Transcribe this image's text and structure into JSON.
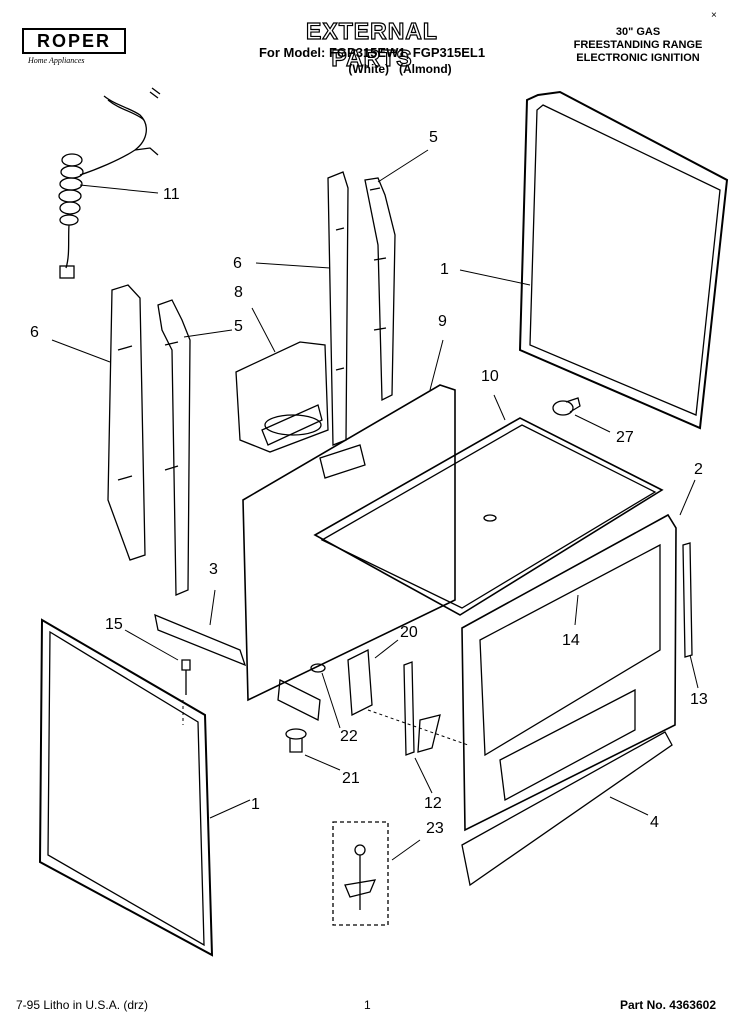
{
  "header": {
    "title": "EXTERNAL PARTS",
    "model_line": "For Model: FGP315EW1, FGP315EL1",
    "colors_line": "(White)   (Almond)",
    "range_line1": "30\" GAS",
    "range_line2": "FREESTANDING RANGE",
    "range_line3": "ELECTRONIC IGNITION",
    "close_glyph": "×"
  },
  "logo": {
    "brand": "ROPER",
    "tagline": "Home Appliances"
  },
  "footer": {
    "print_info": "7-95 Litho in U.S.A. (drz)",
    "page_number": "1",
    "part_number": "Part No. 4363602"
  },
  "callouts": [
    {
      "id": "c11",
      "label": "11"
    },
    {
      "id": "c5a",
      "label": "5"
    },
    {
      "id": "c6a",
      "label": "6"
    },
    {
      "id": "c1a",
      "label": "1"
    },
    {
      "id": "c8",
      "label": "8"
    },
    {
      "id": "c6b",
      "label": "6"
    },
    {
      "id": "c5b",
      "label": "5"
    },
    {
      "id": "c9",
      "label": "9"
    },
    {
      "id": "c10",
      "label": "10"
    },
    {
      "id": "c27",
      "label": "27"
    },
    {
      "id": "c2",
      "label": "2"
    },
    {
      "id": "c3",
      "label": "3"
    },
    {
      "id": "c14",
      "label": "14"
    },
    {
      "id": "c15",
      "label": "15"
    },
    {
      "id": "c20",
      "label": "20"
    },
    {
      "id": "c13",
      "label": "13"
    },
    {
      "id": "c22",
      "label": "22"
    },
    {
      "id": "c21",
      "label": "21"
    },
    {
      "id": "c1b",
      "label": "1"
    },
    {
      "id": "c12",
      "label": "12"
    },
    {
      "id": "c4",
      "label": "4"
    },
    {
      "id": "c23",
      "label": "23"
    }
  ]
}
